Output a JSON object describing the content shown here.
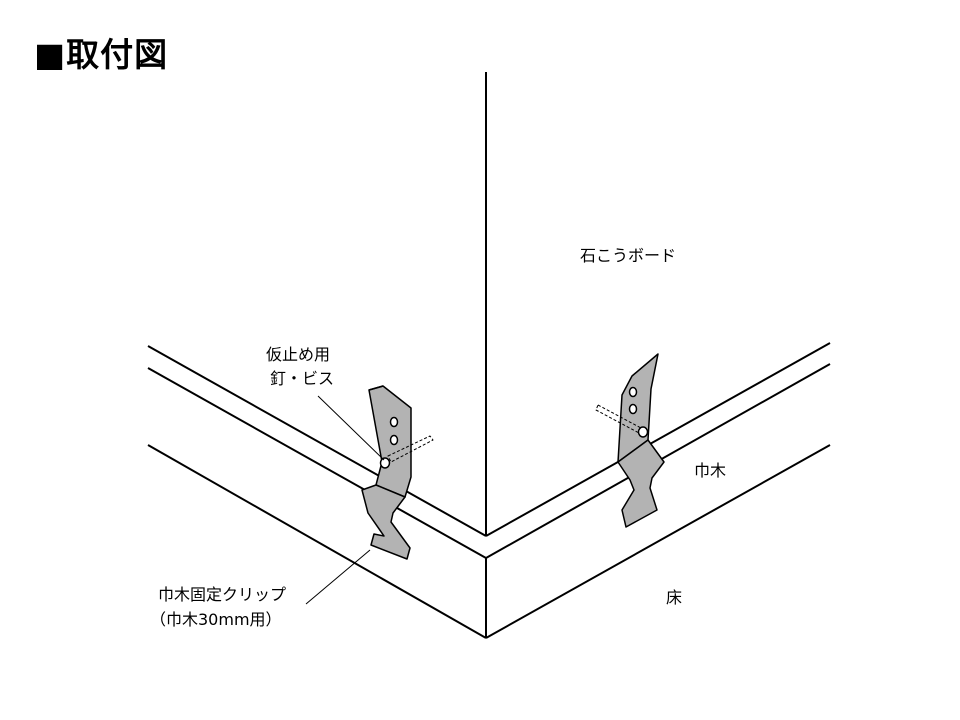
{
  "title": "■取付図",
  "labels": {
    "gypsum_board": "石こうボード",
    "temp_fix_line1": "仮止め用",
    "temp_fix_line2": "釘・ビス",
    "skirting": "巾木",
    "floor": "床",
    "clip_line1": "巾木固定クリップ",
    "clip_line2": "（巾木30mm用）"
  },
  "colors": {
    "line": "#000000",
    "clip_fill": "#b3b3b3"
  }
}
